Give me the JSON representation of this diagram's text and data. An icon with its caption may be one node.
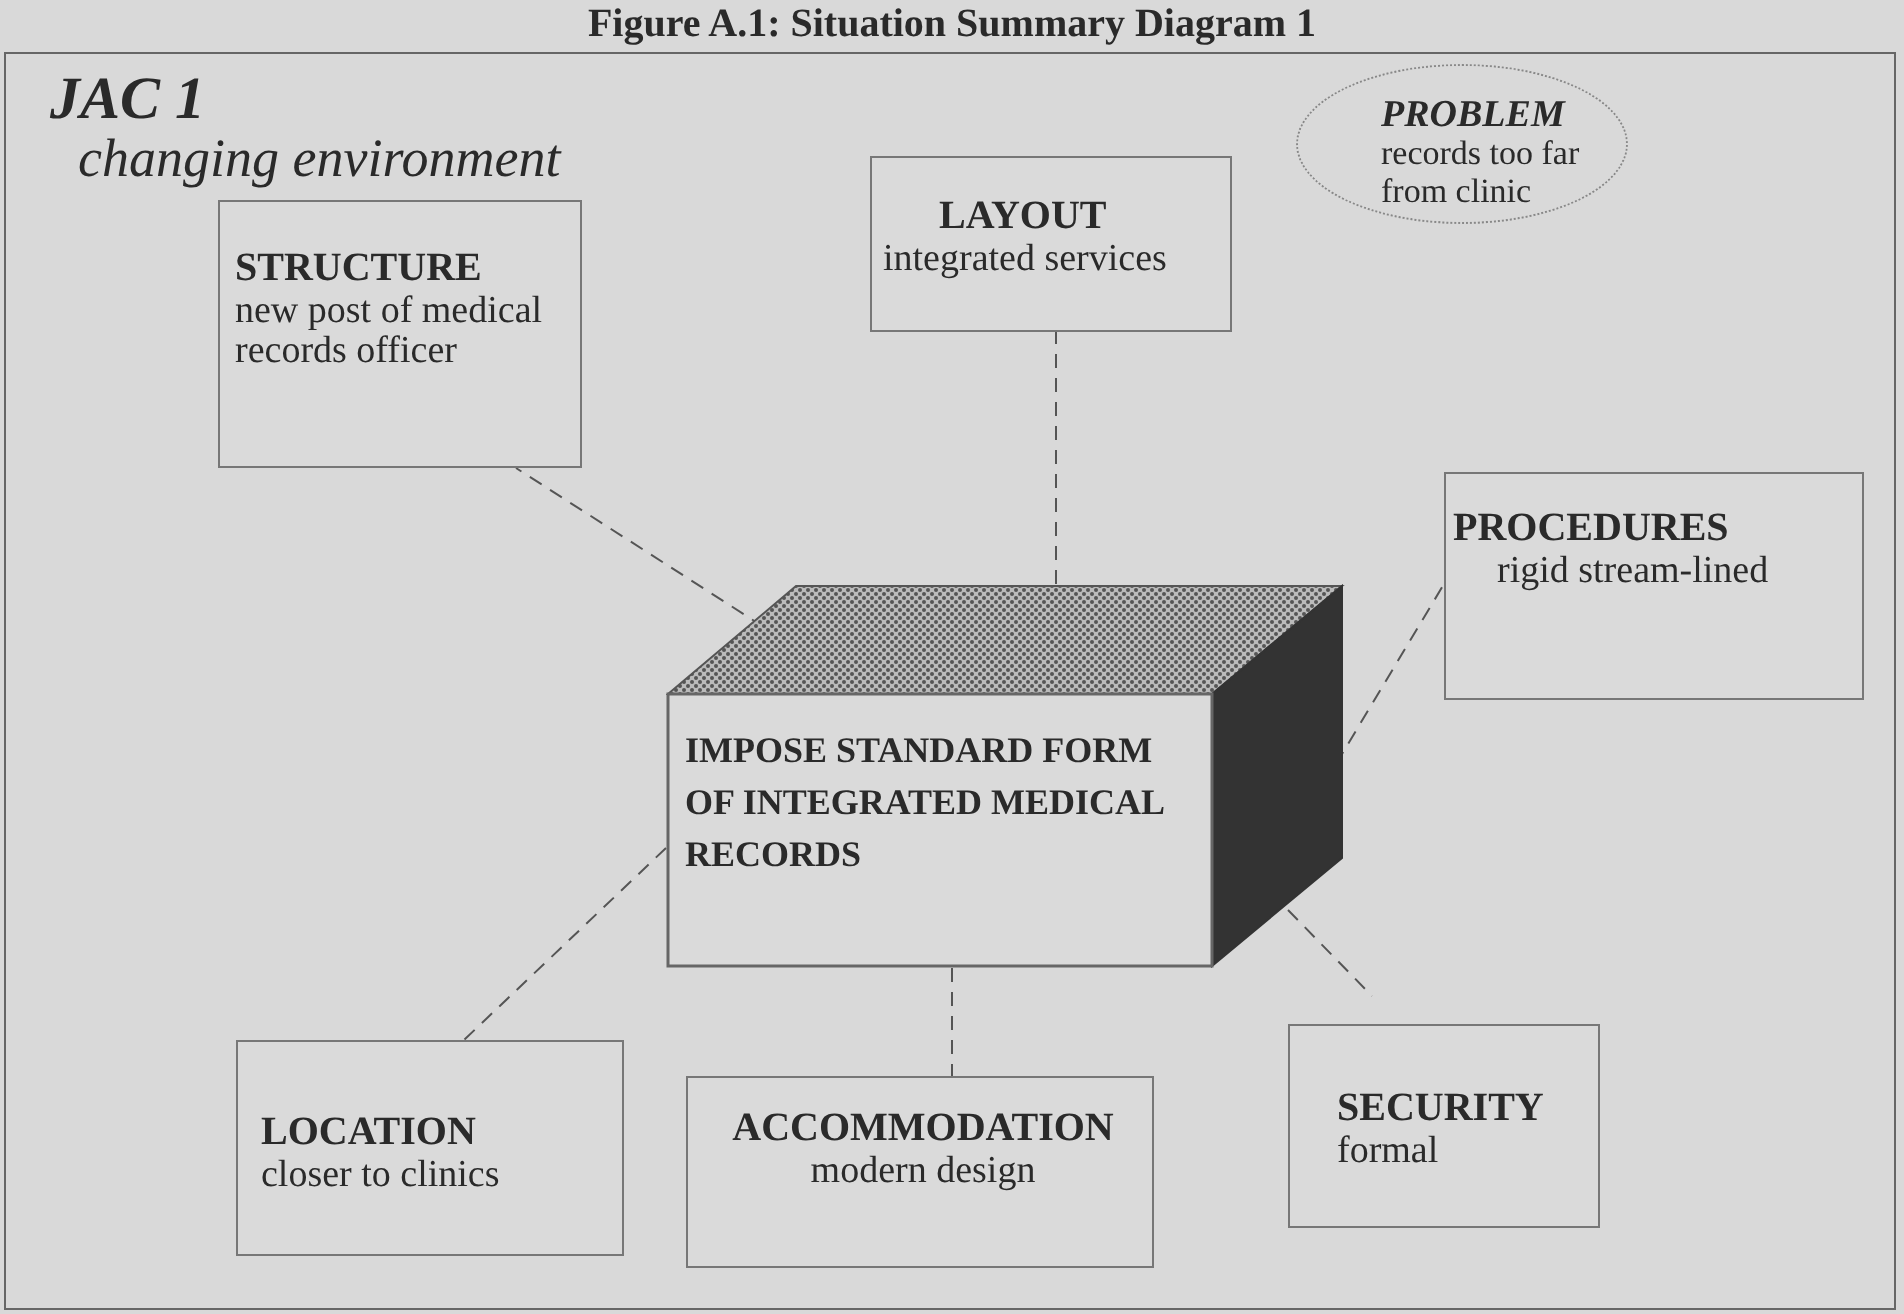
{
  "diagram": {
    "title": "Figure A.1: Situation Summary Diagram 1",
    "nodes": [
      {
        "text": [
          "JAC 1",
          "changing environment"
        ]
      },
      {
        "text": [
          "PROBLEM",
          "records too far from clinic"
        ],
        "in": 0
      },
      {
        "text": [
          "STRUCTURE",
          "new post of medical records officer"
        ],
        "in": 0
      },
      {
        "text": [
          "LAYOUT",
          "integrated services"
        ],
        "in": 0
      },
      {
        "text": [
          "PROCEDURES",
          "rigid stream-lined"
        ],
        "in": 0
      },
      {
        "text": [
          "IMPOSE STANDARD FORM OF INTEGRATED MEDICAL RECORDS"
        ],
        "in": 0
      },
      {
        "text": [
          "LOCATION",
          "closer to clinics"
        ],
        "in": 0
      },
      {
        "text": [
          "ACCOMMODATION",
          "modern design"
        ],
        "in": 0
      },
      {
        "text": [
          "SECURITY",
          "formal"
        ],
        "in": 0
      }
    ],
    "edges": [
      {
        "from": 5,
        "to": 2,
        "arrow": "none",
        "style": "dashed"
      },
      {
        "from": 5,
        "to": 3,
        "arrow": "none",
        "style": "dashed"
      },
      {
        "from": 5,
        "to": 4,
        "arrow": "none",
        "style": "dashed"
      },
      {
        "from": 5,
        "to": 6,
        "arrow": "none",
        "style": "dashed"
      },
      {
        "from": 5,
        "to": 7,
        "arrow": "none",
        "style": "dashed"
      },
      {
        "from": 5,
        "to": 8,
        "arrow": "none",
        "style": "dashed"
      }
    ]
  }
}
